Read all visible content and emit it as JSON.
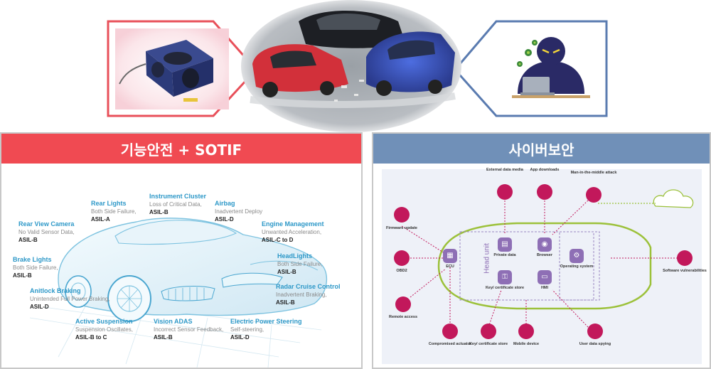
{
  "safety": {
    "title": "기능안전 + SOTIF",
    "labels": [
      {
        "key": "rear_view",
        "title": "Rear View Camera",
        "desc": "No Valid Sensor Data,",
        "asil": "ASIL-B"
      },
      {
        "key": "rear_lights",
        "title": "Rear Lights",
        "desc": "Both Side Failure,",
        "asil": "ASIL-A"
      },
      {
        "key": "cluster",
        "title": "Instrument Cluster",
        "desc": "Loss of Critical Data,",
        "asil": "ASIL-B"
      },
      {
        "key": "airbag",
        "title": "Airbag",
        "desc": "Inadvertent Deploy",
        "asil": "ASIL-D"
      },
      {
        "key": "engine",
        "title": "Engine Management",
        "desc": "Unwanted Acceleration,",
        "asil": "ASIL-C to D"
      },
      {
        "key": "brake_lights",
        "title": "Brake Lights",
        "desc": "Both Side Failure,",
        "asil": "ASIL-B"
      },
      {
        "key": "headlights",
        "title": "HeadLights",
        "desc": "Both Side Failure,",
        "asil": "ASIL-B"
      },
      {
        "key": "antilock",
        "title": "Anitlock Braking",
        "desc": "Unintended Full Power Braking,",
        "asil": "ASIL-D"
      },
      {
        "key": "radar",
        "title": "Radar Cruise Control",
        "desc": "Inadvertent Braking,",
        "asil": "ASIL-B"
      },
      {
        "key": "suspension",
        "title": "Active Suspension",
        "desc": "Suspension Oscillates,",
        "asil": "ASIL-B to C"
      },
      {
        "key": "vision",
        "title": "Vision ADAS",
        "desc": "Incorrect Sensor Feedback,",
        "asil": "ASIL-B"
      },
      {
        "key": "steering",
        "title": "Electric Power Steering",
        "desc": "Self-steering,",
        "asil": "ASIL-D"
      }
    ]
  },
  "security": {
    "title": "사이버보안",
    "head_unit": "Head unit",
    "outer_nodes": [
      {
        "key": "external_media",
        "label": "External data media",
        "icon": "usb-icon"
      },
      {
        "key": "app_downloads",
        "label": "App downloads",
        "icon": "download-icon"
      },
      {
        "key": "mitm",
        "label": "Man-in-the-middle attack",
        "icon": "hacker-icon"
      },
      {
        "key": "firmware",
        "label": "Firmware update",
        "icon": "refresh-icon"
      },
      {
        "key": "obd2",
        "label": "OBD2",
        "icon": "hacker-icon"
      },
      {
        "key": "sw_vuln",
        "label": "Software vulnerabilities",
        "icon": "hacker-icon"
      },
      {
        "key": "remote",
        "label": "Remote access",
        "icon": "wifi-icon"
      },
      {
        "key": "compromised",
        "label": "Compromised actuator",
        "icon": "hacker-icon"
      },
      {
        "key": "key_store_out",
        "label": "Key/ certificate store",
        "icon": "hacker-icon"
      },
      {
        "key": "mobile",
        "label": "Mobile device",
        "icon": "phone-icon"
      },
      {
        "key": "user_spy",
        "label": "User data spying",
        "icon": "chart-icon"
      }
    ],
    "inner_nodes": [
      {
        "key": "ecu",
        "label": "ECU",
        "icon": "chip-icon"
      },
      {
        "key": "private",
        "label": "Private data",
        "icon": "document-icon"
      },
      {
        "key": "browser",
        "label": "Browser",
        "icon": "browser-icon"
      },
      {
        "key": "os",
        "label": "Operating system",
        "icon": "gear-icon"
      },
      {
        "key": "key_store_in",
        "label": "Key/ certificate store",
        "icon": "key-icon"
      },
      {
        "key": "hmi",
        "label": "HMI",
        "icon": "screen-icon"
      }
    ]
  },
  "colors": {
    "safety_header": "#f04a52",
    "security_header": "#7090b8",
    "left_arrow": "#e8505a",
    "right_arrow": "#5a7bb0",
    "node_magenta": "#c2185b",
    "asil_title_blue": "#2d98c8",
    "car_outline_green": "#9cc13a"
  }
}
